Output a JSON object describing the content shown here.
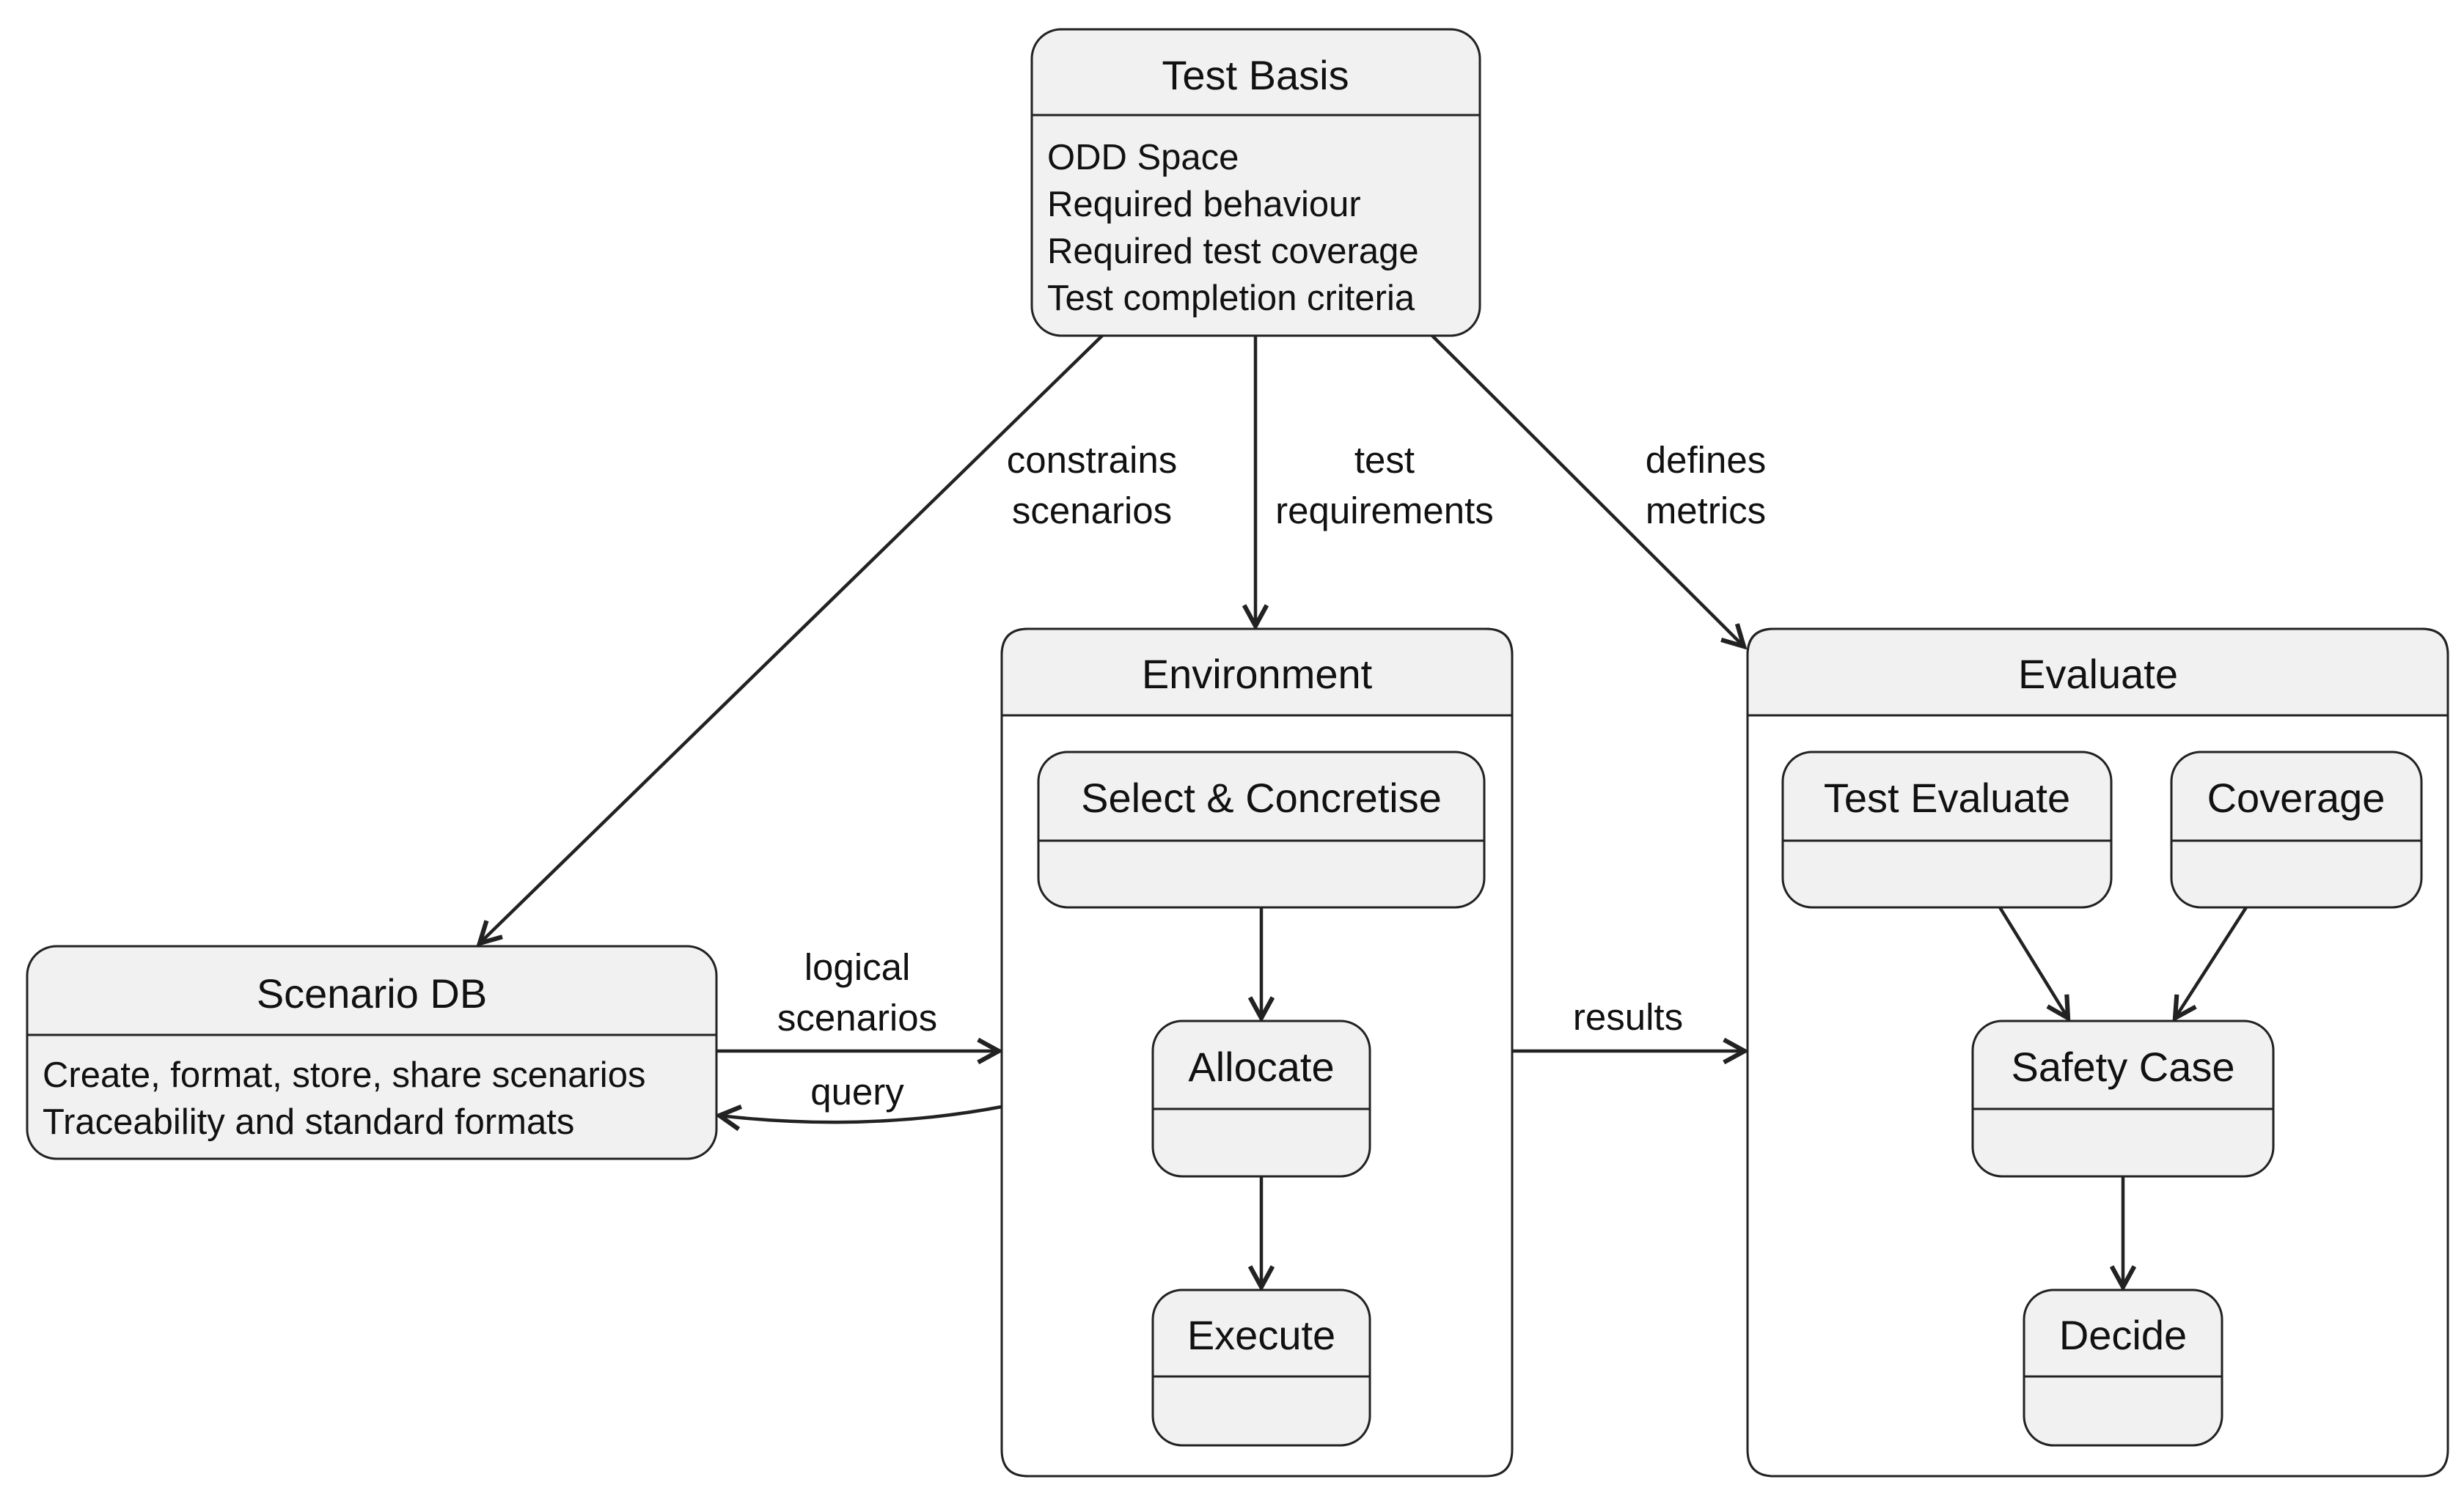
{
  "diagram": {
    "nodes": {
      "test_basis": {
        "title": "Test Basis",
        "lines": [
          "ODD Space",
          "Required behaviour",
          "Required test coverage",
          "Test completion criteria"
        ]
      },
      "scenario_db": {
        "title": "Scenario DB",
        "lines": [
          "Create, format, store, share scenarios",
          "Traceability and standard formats"
        ]
      },
      "environment": {
        "title": "Environment",
        "children": {
          "select": "Select & Concretise",
          "allocate": "Allocate",
          "execute": "Execute"
        }
      },
      "evaluate": {
        "title": "Evaluate",
        "children": {
          "test_evaluate": "Test Evaluate",
          "coverage": "Coverage",
          "safety_case": "Safety Case",
          "decide": "Decide"
        }
      }
    },
    "edges": {
      "constrains": [
        "constrains",
        "scenarios"
      ],
      "test_requirements": [
        "test",
        "requirements"
      ],
      "defines_metrics": [
        "defines",
        " metrics"
      ],
      "logical_scenarios": [
        "logical",
        "scenarios"
      ],
      "query": "query",
      "results": "results"
    }
  }
}
